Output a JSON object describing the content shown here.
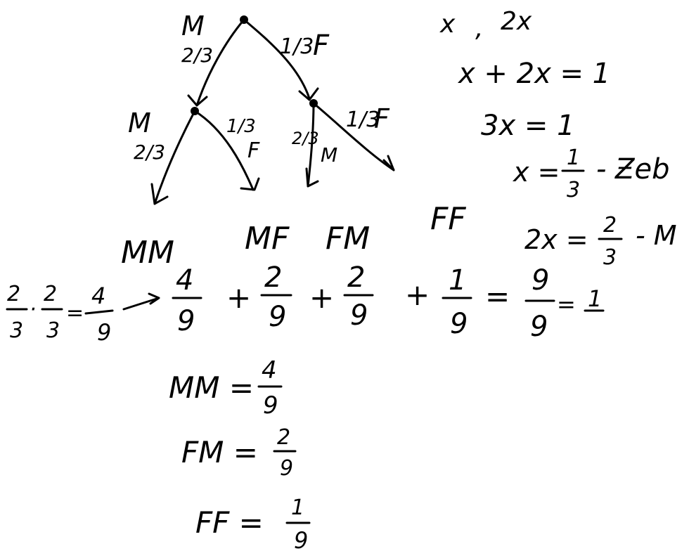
{
  "tree": {
    "level1_left_gender": "M",
    "level1_left_prob": "2/3",
    "level1_right_prob": "1/3",
    "level1_right_gender": "F",
    "level2_left_left_gender": "M",
    "level2_left_left_prob": "2/3",
    "level2_left_right_prob": "1/3",
    "level2_left_right_gender": "F",
    "level2_right_left_prob": "2/3",
    "level2_right_left_gender": "M",
    "level2_right_right_prob": "1/3",
    "level2_right_right_gender": "F"
  },
  "outcomes": [
    "MM",
    "MF",
    "FM",
    "FF"
  ],
  "side_work": {
    "line1_a": "x",
    "line1_sep": ",",
    "line1_b": "2x",
    "line2": "x + 2x = 1",
    "line3": "3x = 1",
    "line4_lhs": "x =",
    "line4_num": "1",
    "line4_den": "3",
    "line4_note": "- Ƶeb",
    "line5_lhs": "2x =",
    "line5_num": "2",
    "line5_den": "3",
    "line5_note": "- M"
  },
  "sum_row": {
    "calc_f1_num": "2",
    "calc_f1_den": "3",
    "calc_dot": "·",
    "calc_f2_num": "2",
    "calc_f2_den": "3",
    "calc_eq": "=",
    "calc_res_num": "4",
    "calc_res_den": "9",
    "t1_num": "4",
    "t1_den": "9",
    "plus1": "+",
    "t2_num": "2",
    "t2_den": "9",
    "plus2": "+",
    "t3_num": "2",
    "t3_den": "9",
    "plus3": "+",
    "t4_num": "1",
    "t4_den": "9",
    "eq1": "=",
    "total_num": "9",
    "total_den": "9",
    "eq2": "=",
    "total_value": "1"
  },
  "results": [
    {
      "label": "MM =",
      "num": "4",
      "den": "9"
    },
    {
      "label": "FM =",
      "num": "2",
      "den": "9"
    },
    {
      "label": "FF =",
      "num": "1",
      "den": "9"
    }
  ]
}
